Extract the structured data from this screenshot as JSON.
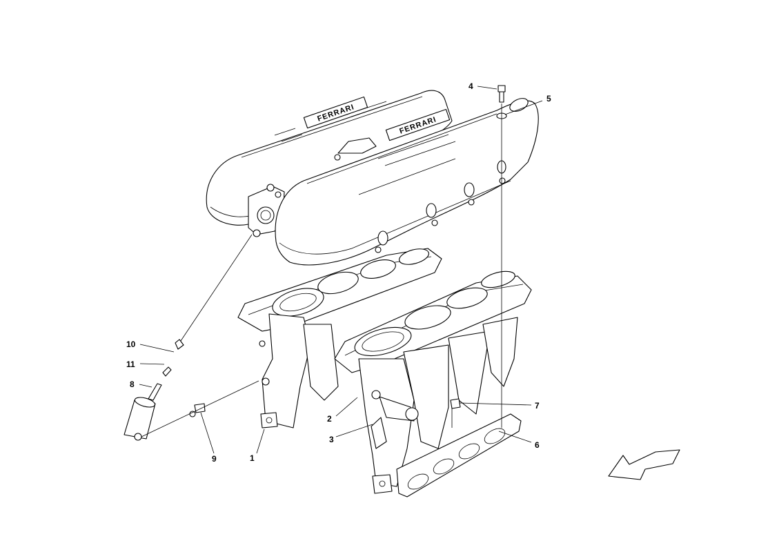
{
  "diagram": {
    "callouts": [
      {
        "id": "1",
        "label": "1"
      },
      {
        "id": "2",
        "label": "2"
      },
      {
        "id": "3",
        "label": "3"
      },
      {
        "id": "4",
        "label": "4"
      },
      {
        "id": "5",
        "label": "5"
      },
      {
        "id": "6",
        "label": "6"
      },
      {
        "id": "7",
        "label": "7"
      },
      {
        "id": "8",
        "label": "8"
      },
      {
        "id": "9",
        "label": "9"
      },
      {
        "id": "10",
        "label": "10"
      },
      {
        "id": "11",
        "label": "11"
      }
    ],
    "logo_text": "FERRARI",
    "colors": {
      "line": "#000000",
      "background": "#ffffff"
    }
  }
}
